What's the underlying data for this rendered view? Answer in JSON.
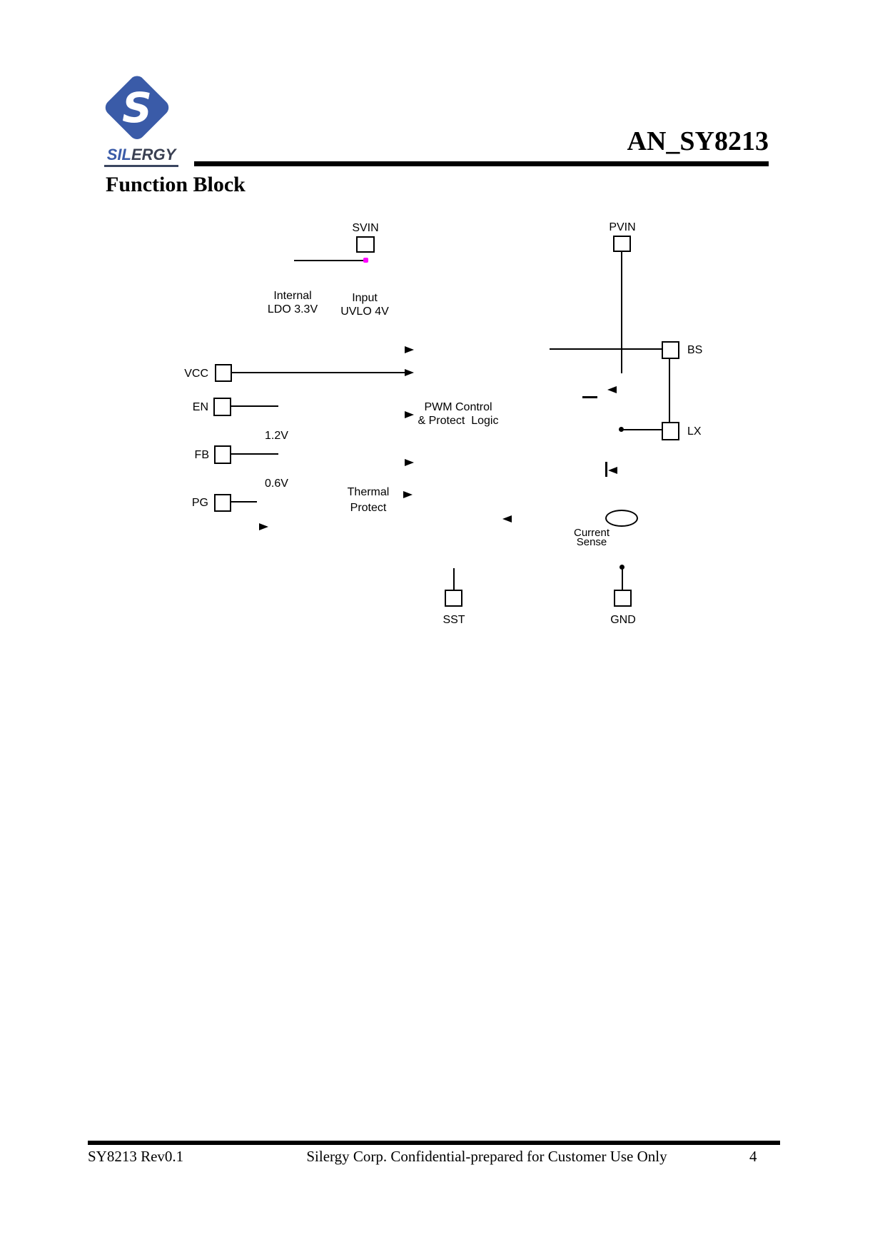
{
  "colors": {
    "brand_blue": "#3a5ba8",
    "wordmark_dark": "#3a4052",
    "magenta_marker": "#ff00ff",
    "ink": "#000000"
  },
  "header": {
    "logo_mark": "silergy-s-diamond",
    "brand_prefix": "SIL",
    "brand_suffix": "ERGY",
    "doc_title": "AN_SY8213"
  },
  "section_title": "Function Block",
  "diagram": {
    "pins": {
      "svin": "SVIN",
      "pvin": "PVIN",
      "vcc": "VCC",
      "en": "EN",
      "fb": "FB",
      "pg": "PG",
      "bs": "BS",
      "lx": "LX",
      "sst": "SST",
      "gnd": "GND"
    },
    "blocks": {
      "internal_ldo": "Internal\nLDO 3.3V",
      "input_uvlo": "Input\nUVLO 4V",
      "pwm_control": "PWM Control\n& Protect  Logic",
      "thermal_protect": "Thermal\nProtect",
      "current_sense": "Current\nSense"
    },
    "references": {
      "fb_ref": "1.2V",
      "pg_ref": "0.6V"
    }
  },
  "footer": {
    "left": "SY8213 Rev0.1",
    "center": "Silergy Corp. Confidential-prepared for Customer Use Only",
    "page_number": "4"
  }
}
